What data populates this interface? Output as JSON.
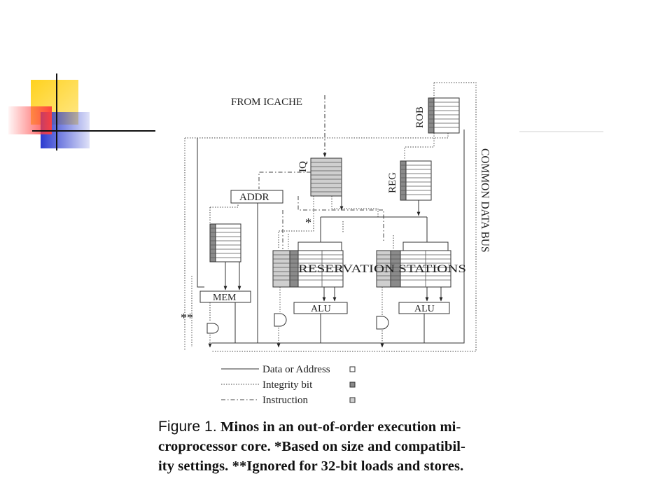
{
  "diagram": {
    "labels": {
      "from_icache": "FROM ICACHE",
      "rob": "ROB",
      "iq": "IQ",
      "reg": "REG",
      "addr": "ADDR",
      "mem": "MEM",
      "reservation_stations": "RESERVATION STATIONS",
      "alu_1": "ALU",
      "alu_2": "ALU",
      "common_data_bus": "COMMON DATA BUS",
      "star": "*",
      "double_star": "**"
    },
    "legend": {
      "data_or_address": "Data or Address",
      "integrity_bit": "Integrity bit",
      "instruction": "Instruction"
    },
    "colors": {
      "accent_yellow": "#ffd21e",
      "accent_red": "#ff3c3c",
      "accent_blue": "#2a3ad0",
      "integrity_fill": "#8a8a8a",
      "instruction_fill": "#cfcfcf"
    }
  },
  "caption": {
    "figure_label": "Figure 1.",
    "line1": "Minos in an out-of-order execution mi-",
    "line2": "croprocessor core. *Based on size and compatibil-",
    "line3": "ity settings. **Ignored for 32-bit loads and stores."
  }
}
